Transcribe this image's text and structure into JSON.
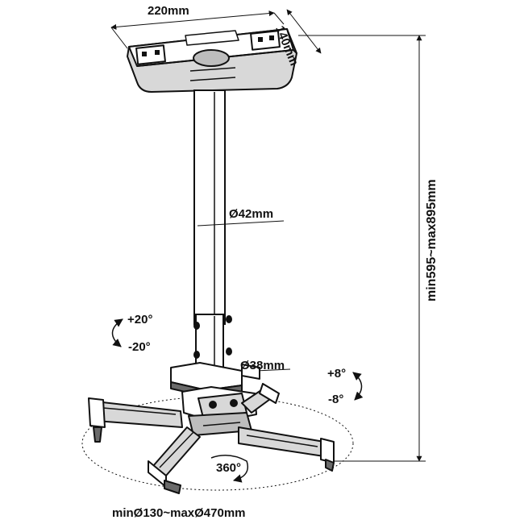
{
  "diagram": {
    "labels": {
      "plate_width": "220mm",
      "plate_depth": "140mm",
      "tube_diameter": "Ø42mm",
      "overall_height": "min595~max895mm",
      "tilt_up": "+20°",
      "tilt_down": "-20°",
      "collar_diameter": "Ø38mm",
      "swivel_up": "+8°",
      "swivel_down": "-8°",
      "rotation": "360°",
      "arm_span": "minØ130~maxØ470mm"
    },
    "colors": {
      "line": "#111111",
      "plate_fill": "#d8d8d8",
      "metal_fill": "#bdbdbd",
      "shadow_fill": "#6a6a6a",
      "background": "#ffffff"
    },
    "icons": {
      "tilt": "curved-double-arrow-icon",
      "swivel": "curved-double-arrow-icon",
      "rotation": "circular-arrow-icon"
    }
  }
}
